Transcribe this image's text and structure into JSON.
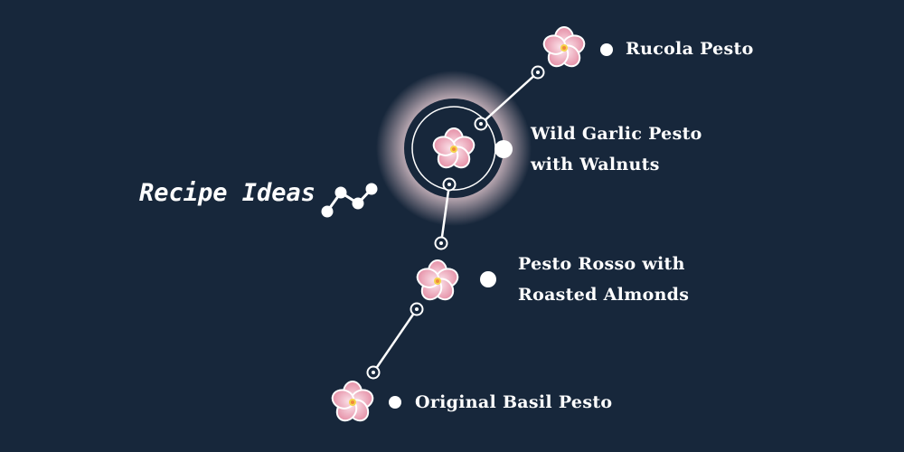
{
  "title": "Recipe Ideas",
  "title_icon": "line-chart-icon",
  "colors": {
    "background": "#17273b",
    "petal": "#f2b8c6",
    "glow": "#f4d6dc",
    "line": "#ffffff"
  },
  "items": [
    {
      "label": "Rucola Pesto",
      "icon": "flower-icon",
      "highlighted": false
    },
    {
      "label_line1": "Wild Garlic Pesto",
      "label_line2": "with Walnuts",
      "icon": "flower-icon",
      "highlighted": true
    },
    {
      "label_line1": "Pesto Rosso with",
      "label_line2": "Roasted Almonds",
      "icon": "flower-icon",
      "highlighted": false
    },
    {
      "label": "Original Basil Pesto",
      "icon": "flower-icon",
      "highlighted": false
    }
  ]
}
